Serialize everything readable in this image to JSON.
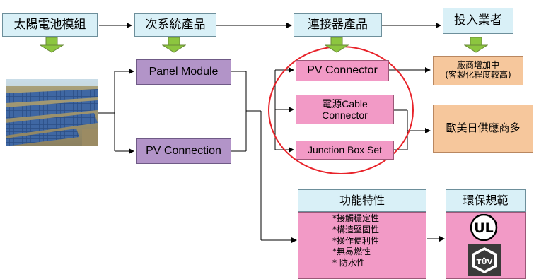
{
  "top_row": {
    "solar_module": "太陽電池模組",
    "subsystem_products": "次系統產品",
    "connector_products": "連接器產品",
    "entering_firms": "投入業者"
  },
  "subsystem": {
    "panel_module": "Panel Module",
    "pv_connection": "PV Connection"
  },
  "connectors": {
    "pv_connector": "PV Connector",
    "power_cable_line1": "電源Cable",
    "power_cable_line2": "Connector",
    "junction_box": "Junction Box Set"
  },
  "outcomes": {
    "vendor_increase_line1": "廠商增加中",
    "vendor_increase_line2": "(客製化程度較高)",
    "western_japan_supply": "歐美日供應商多"
  },
  "features": {
    "title": "功能特性",
    "items": [
      "*接觸穩定性",
      "*構造堅固性",
      "*操作便利性",
      "*無易燃性",
      "* 防水性"
    ]
  },
  "certifications": {
    "title": "環保規範",
    "logos": [
      "UL",
      "TÜV"
    ]
  },
  "colors": {
    "blue_box": "#d9f0f7",
    "purple_box": "#b294c8",
    "pink_box": "#f29ac6",
    "orange_box": "#f6c79c",
    "highlight_circle": "#e8232a",
    "green_arrow": "#8cc63f"
  }
}
